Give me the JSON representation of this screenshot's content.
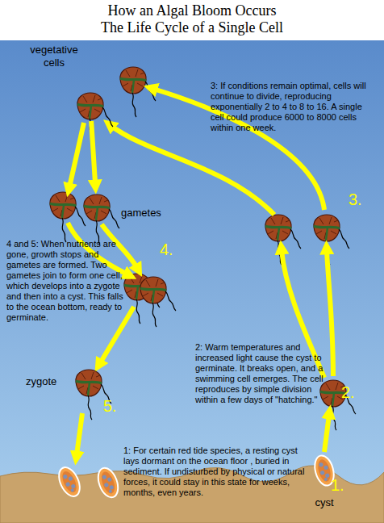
{
  "diagram": {
    "title": "How an Algal Bloom Occurs The Life Cycle of a Single Cell",
    "nodes": [
      {
        "text": [
          "vegetative cells"
        ]
      },
      {
        "text": [
          "gametes"
        ]
      },
      {
        "text": [
          "zygote"
        ]
      },
      {
        "text": [
          "cyst"
        ]
      }
    ],
    "edges": [
      {
        "from": 0,
        "to": 1,
        "arrow": "to"
      }
    ],
    "labels": [
      "3: If conditions remain optimal, cells will continue to divide, reproducing exponentially 2 to 4 to 8 to 16. A single cell could produce 6000 to 8000 cells within one week.",
      "3.",
      "4 and 5: When nutrients are gone, growth stops and gametes are formed. Two gametes join to form one cell, which develops into a zygote and then into a cyst. This falls to the ocean bottom, ready to germinate.",
      "4.",
      "2: Warm temperatures and increased light cause the cyst to germinate. It breaks open, and a swimming cell emerges. The cell reproduces by simple division within a few days of \"hatching.\"",
      "2.",
      "5.",
      "1: For certain red tide species, a resting cyst lays dormant on the ocean floor , buried in sediment. If undisturbed by physical or natural forces, it could stay in this state for weeks, months, even years.",
      "1."
    ]
  }
}
